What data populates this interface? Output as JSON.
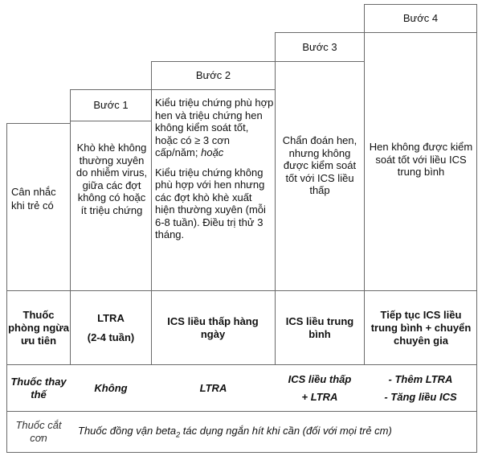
{
  "steps": [
    "Bước 1",
    "Bước 2",
    "Bước 3",
    "Bước 4"
  ],
  "row_consider": {
    "label": "Cân nhắc khi trẻ có",
    "step1": "Khò khè không thường xuyên do nhiễm virus, giữa các đợt không có hoặc ít triệu chứng",
    "step2_a": "Kiểu triệu chứng phù hợp hen và triệu chứng hen không kiểm soát tốt, hoặc có ≥ 3 cơn cấp/năm;",
    "step2_a_or": "hoặc",
    "step2_b": "Kiểu triệu chứng không phù hợp với hen nhưng các đợt khò khè xuất hiện thường xuyên (mỗi 6-8 tuần). Điều trị thử 3 tháng.",
    "step3": "Chẩn đoán hen, nhưng không được kiểm soát tốt với ICS liều thấp",
    "step4": "Hen không được kiểm soát tốt với liều ICS trung bình"
  },
  "row_preferred": {
    "label": "Thuốc phòng ngừa ưu tiên",
    "step1_line1": "LTRA",
    "step1_line2": "(2-4 tuần)",
    "step2": "ICS liều thấp hàng ngày",
    "step3": "ICS liều trung bình",
    "step4": "Tiếp tục ICS liều trung bình + chuyển chuyên gia"
  },
  "row_alternative": {
    "label": "Thuốc thay thế",
    "step1": "Không",
    "step2": "LTRA",
    "step3_line1": "ICS liều thấp",
    "step3_line2": "+ LTRA",
    "step4_line1": "- Thêm LTRA",
    "step4_line2": "- Tăng liều ICS"
  },
  "row_reliever": {
    "label": "Thuốc cắt cơn",
    "text_before": "Thuốc đồng vận beta",
    "subscript": "2",
    "text_after": " tác dụng ngắn hít khi cần (đối với mọi trẻ cm)"
  }
}
